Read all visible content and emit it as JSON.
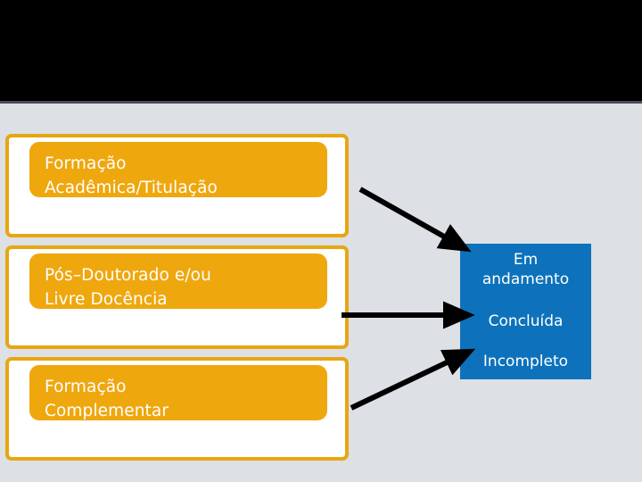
{
  "slide": {
    "background_color": "#dde0e5",
    "band_color": "#000000",
    "accent_orange": "#efa70e",
    "accent_blue": "#0d72bb",
    "arrow_color": "#000000"
  },
  "categories": [
    {
      "id": "formacao-academica",
      "line1": "Formação",
      "line2": "Acadêmica/Titulação"
    },
    {
      "id": "pos-doutorado",
      "line1": "Pós–Doutorado e/ou",
      "line2": "Livre Docência"
    },
    {
      "id": "formacao-complementar",
      "line1": "Formação",
      "line2": "Complementar"
    }
  ],
  "status": {
    "items": [
      {
        "id": "em-andamento",
        "line1": "Em",
        "line2": "andamento"
      },
      {
        "id": "concluida",
        "line1": "Concluída",
        "line2": ""
      },
      {
        "id": "incompleto",
        "line1": "Incompleto",
        "line2": ""
      }
    ]
  },
  "arrows": [
    {
      "id": "arrow-academica-to-status",
      "from": "formacao-academica",
      "to": "em-andamento"
    },
    {
      "id": "arrow-posdoutorado-to-status",
      "from": "pos-doutorado",
      "to": "concluida"
    },
    {
      "id": "arrow-complementar-to-status",
      "from": "formacao-complementar",
      "to": "incompleto"
    }
  ]
}
